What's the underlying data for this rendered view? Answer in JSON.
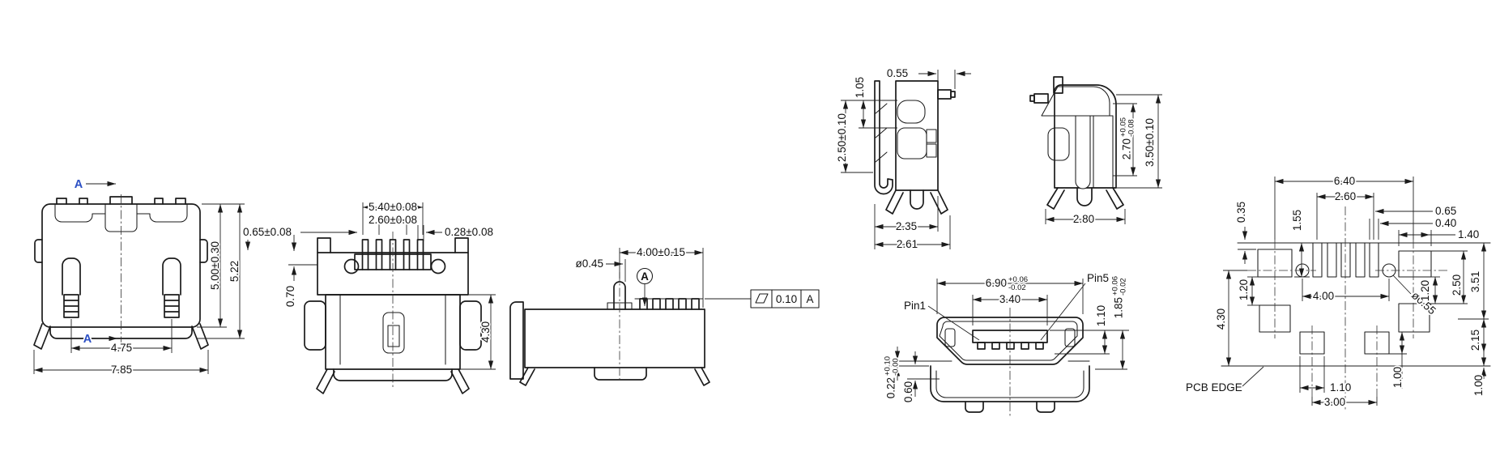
{
  "views": {
    "front": {
      "section_top": "A",
      "section_bottom": "A",
      "width_inner": "4.75",
      "width_outer": "7.85",
      "height_body": "5.00±0.30",
      "height_total": "5.22"
    },
    "rear": {
      "pin_span": "5.40±0.08",
      "pin_span_inner": "2.60±0.08",
      "pin_offset": "0.65±0.08",
      "pin_width": "0.28±0.08",
      "step_height": "0.70",
      "depth": "4.30"
    },
    "side_section": {
      "peg_dia": "ø0.45",
      "peg_spacing": "4.00±0.15",
      "datum": "A",
      "fcf_value": "0.10",
      "fcf_datum": "A"
    },
    "side_left": {
      "gap": "0.55",
      "step": "1.05",
      "height": "2.50±0.10",
      "width_inner": "2.35",
      "width_outer": "2.61"
    },
    "side_right": {
      "depth": "2.70",
      "depth_plus": "+0.05",
      "depth_minus": "-0.08",
      "height": "3.50±0.10",
      "width": "2.80"
    },
    "mating": {
      "pin1": "Pin1",
      "pin5": "Pin5",
      "opening": "6.90",
      "opening_plus": "+0.06",
      "opening_minus": "-0.02",
      "tongue": "3.40",
      "contact_depth": "1.10",
      "shell_depth": "1.85",
      "shell_plus": "+0.06",
      "shell_minus": "-0.02",
      "lip": "0.22",
      "lip_plus": "+0.10",
      "lip_minus": "-0.00",
      "lip2": "0.60"
    },
    "pcb": {
      "total_width": "6.40",
      "pad_span": "2.60",
      "pad_pitch": "0.65",
      "pad_width": "0.40",
      "edge_gap": "0.35",
      "pad_length": "1.55",
      "side_pad_width": "1.40",
      "side_pad_height": "1.20",
      "left_height": "4.30",
      "hole_span": "4.00",
      "hole_dia": "ø0.55",
      "right_gap": "1.20",
      "right_span": "2.50",
      "right_total": "3.51",
      "lower_span": "2.15",
      "leg_pad_1": "1.00",
      "leg_pad_2": "1.00",
      "leg_width": "1.10",
      "leg_span": "3.00",
      "edge_label": "PCB EDGE"
    }
  }
}
